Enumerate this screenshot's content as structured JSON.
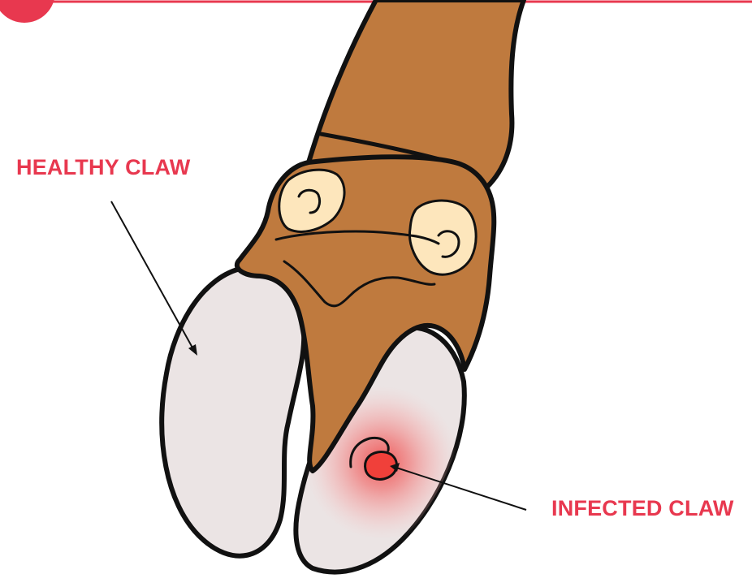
{
  "labels": {
    "healthy": "HEALTHY CLAW",
    "infected": "INFECTED CLAW"
  },
  "colors": {
    "accent": "#e8384f",
    "skin": "#bf7a3e",
    "hoof": "#ebe4e4",
    "joint": "#fde6bc",
    "outline": "#111111",
    "lesion": "#f0403a"
  },
  "icons": {
    "corner_badge": "corner-circle-badge"
  }
}
